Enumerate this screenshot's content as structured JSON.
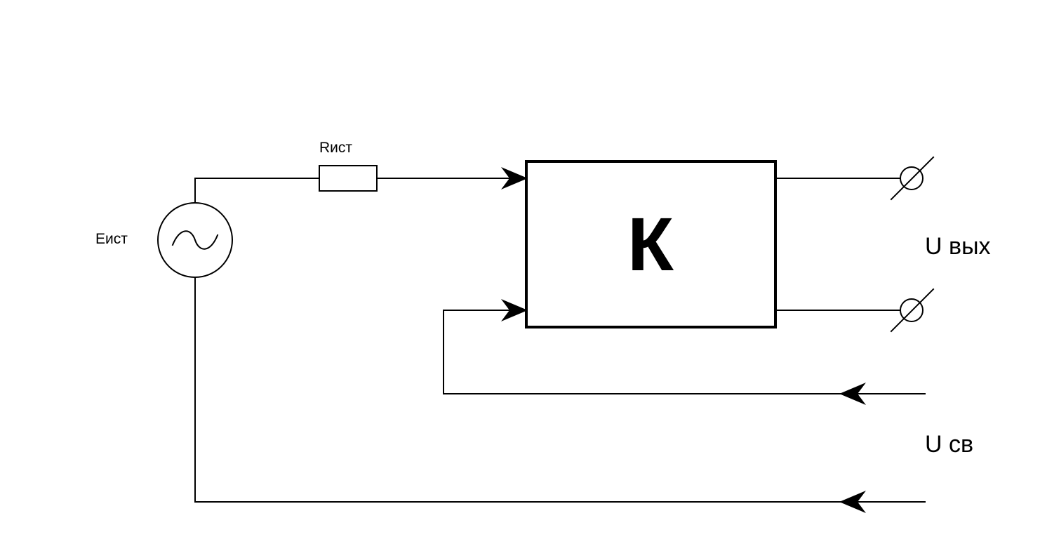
{
  "colors": {
    "ink": "#000000",
    "background": "#ffffff"
  },
  "labels": {
    "source_emf": "Eист",
    "source_resistance": "Rист",
    "amplifier": "К",
    "output_voltage": "U вых",
    "feedback_voltage": "U св"
  },
  "icons": {
    "ac_source": "ac-voltage-source-icon",
    "resistor": "resistor-icon",
    "terminal": "output-terminal-icon",
    "arrow": "signal-arrow-icon"
  }
}
